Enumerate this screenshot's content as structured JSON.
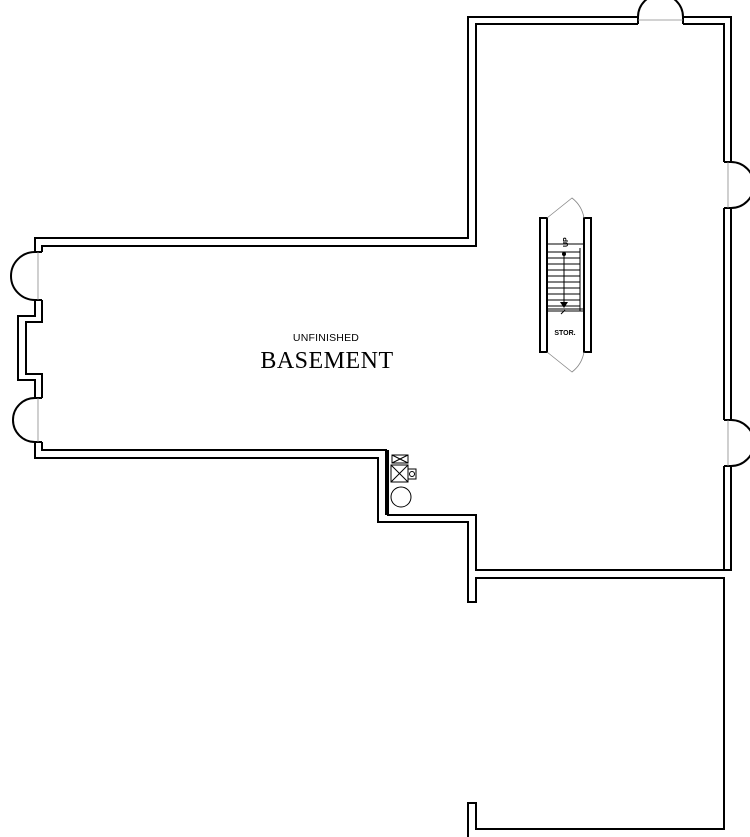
{
  "room": {
    "subtitle": "UNFINISHED",
    "title": "BASEMENT"
  },
  "stair": {
    "up_label": "UP",
    "storage_label": "STOR."
  }
}
